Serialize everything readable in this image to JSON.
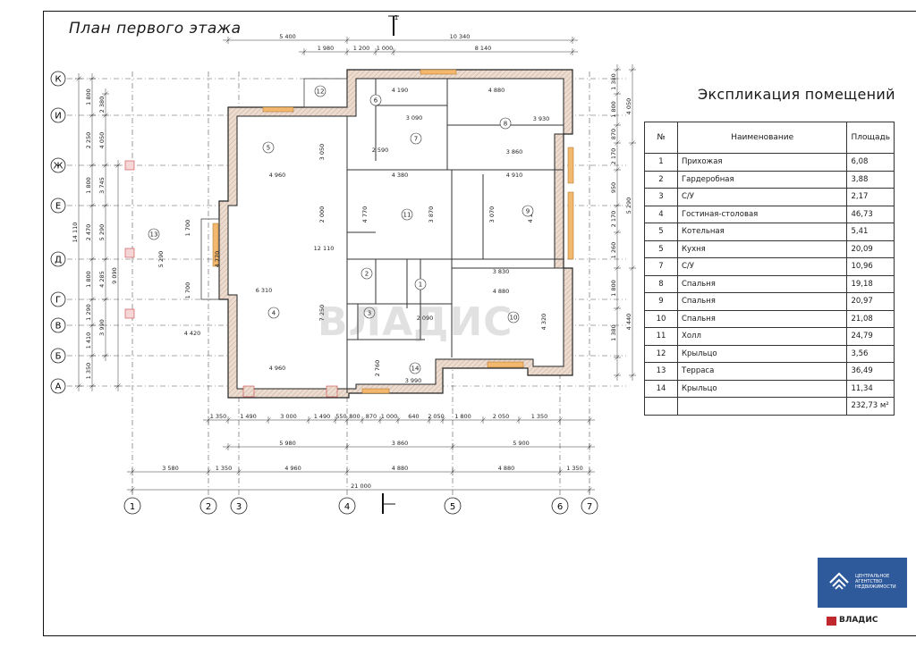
{
  "plan_title": "План первого этажа",
  "explication": {
    "title": "Экспликация помещений",
    "headers": {
      "num": "№",
      "name": "Наименование",
      "area": "Площадь"
    },
    "rows": [
      {
        "num": "1",
        "name": "Прихожая",
        "area": "6,08"
      },
      {
        "num": "2",
        "name": "Гардеробная",
        "area": "3,88"
      },
      {
        "num": "3",
        "name": "С/У",
        "area": "2,17"
      },
      {
        "num": "4",
        "name": "Гостиная-столовая",
        "area": "46,73"
      },
      {
        "num": "5",
        "name": "Котельная",
        "area": "5,41"
      },
      {
        "num": "5",
        "name": "Кухня",
        "area": "20,09"
      },
      {
        "num": "7",
        "name": "С/У",
        "area": "10,96"
      },
      {
        "num": "8",
        "name": "Спальня",
        "area": "19,18"
      },
      {
        "num": "9",
        "name": "Спальня",
        "area": "20,97"
      },
      {
        "num": "10",
        "name": "Спальня",
        "area": "21,08"
      },
      {
        "num": "11",
        "name": "Холл",
        "area": "24,79"
      },
      {
        "num": "12",
        "name": "Крыльцо",
        "area": "3,56"
      },
      {
        "num": "13",
        "name": "Терраса",
        "area": "36,49"
      },
      {
        "num": "14",
        "name": "Крыльцо",
        "area": "11,34"
      }
    ],
    "total": "232,73 м²"
  },
  "axes_letters": [
    "К",
    "И",
    "Ж",
    "Е",
    "Д",
    "Г",
    "В",
    "Б",
    "А"
  ],
  "axes_numbers": [
    "1",
    "2",
    "3",
    "4",
    "5",
    "6",
    "7"
  ],
  "section_mark": "1",
  "room_labels": [
    "1",
    "2",
    "3",
    "4",
    "5",
    "6",
    "7",
    "8",
    "9",
    "10",
    "11",
    "12",
    "13",
    "14"
  ],
  "dims_top_row1": [
    "5 400",
    "10 340"
  ],
  "dims_top_row2": [
    "1 980",
    "1 200",
    "1 000",
    "8 140"
  ],
  "dims_bottom_row1": [
    "1 350",
    "1 490",
    "3 000",
    "1 490",
    "550",
    "800",
    "870",
    "1 000",
    "640",
    "2 050",
    "1 800",
    "2 050",
    "1 350"
  ],
  "dims_bottom_row2": [
    "5 980",
    "3 860",
    "5 900"
  ],
  "dims_bottom_row3": [
    "3 580",
    "1 350",
    "4 960",
    "4 880",
    "4 880",
    "1 350"
  ],
  "dims_bottom_total": "21 000",
  "dims_left_row1": [
    "1 800",
    "2 250",
    "1 800",
    "2 470",
    "1 800",
    "1 290",
    "1 410",
    "1 350"
  ],
  "dims_left_row2": [
    "2 380",
    "4 050",
    "3 745",
    "5 290",
    "4 285",
    "3 990"
  ],
  "dims_left_total": "14 110",
  "dims_left_sub": "9 090",
  "dims_right_row1": [
    "1 380",
    "1 800",
    "870",
    "2 170",
    "950",
    "2 170",
    "1 260",
    "1 800",
    "1 380"
  ],
  "dims_right_row2": [
    "4 050",
    "5 290",
    "4 440"
  ],
  "dims_inner": [
    "4 960",
    "12 110",
    "6 310",
    "4 960",
    "4 190",
    "3 090",
    "4 880",
    "3 930",
    "2 590",
    "4 380",
    "3 860",
    "4 910",
    "4 770",
    "3 870",
    "4 270",
    "3 070",
    "3 830",
    "4 880",
    "4 320",
    "2 090",
    "2 760",
    "3 990",
    "3 050",
    "2 000",
    "7 250",
    "4 420",
    "4 770",
    "1 700",
    "1 700",
    "5 290"
  ],
  "logo": {
    "line1": "ЦЕНТРАЛЬНОЕ",
    "line2": "АГЕНТСТВО",
    "line3": "НЕДВИЖИМОСТИ",
    "color": "#2e5a9c"
  },
  "brand": "ВЛАДИС",
  "watermark": "ВЛАДИС",
  "colors": {
    "wall_hatch": "#e3d2c4",
    "window": "#f2b86d",
    "line": "#222222"
  }
}
